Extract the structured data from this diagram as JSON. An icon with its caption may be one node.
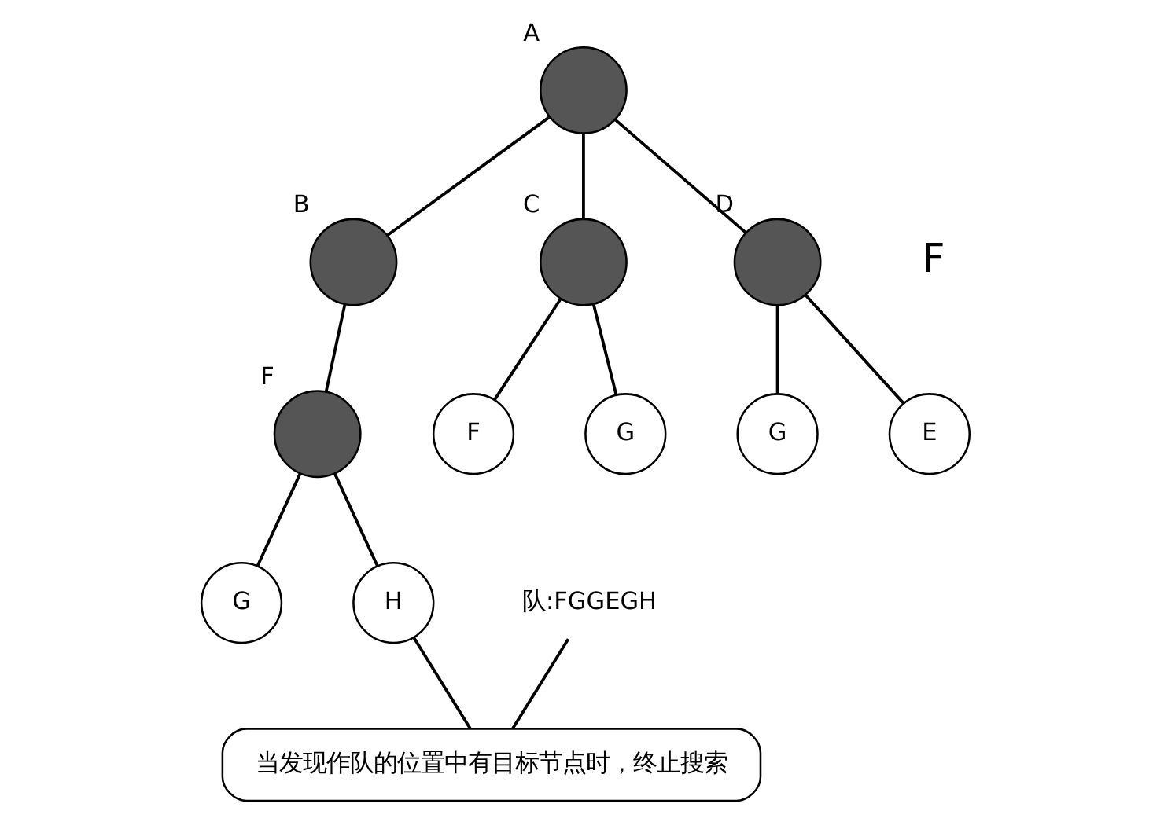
{
  "diagram": {
    "nodes": [
      {
        "text": [],
        "shape": "circle",
        "beside": [
          "A"
        ]
      },
      {
        "text": [],
        "shape": "circle",
        "beside": [
          "B"
        ]
      },
      {
        "text": [],
        "shape": "circle",
        "beside": [
          "C"
        ]
      },
      {
        "text": [],
        "shape": "circle",
        "beside": [
          "D"
        ]
      },
      {
        "text": [],
        "shape": "circle",
        "beside": [
          "F"
        ]
      },
      {
        "text": [
          "F"
        ]
      },
      {
        "text": [
          "G"
        ]
      },
      {
        "text": [
          "G"
        ]
      },
      {
        "text": [
          "E"
        ]
      },
      {
        "text": [
          "G"
        ]
      },
      {
        "text": [
          "H"
        ]
      },
      {
        "text": [
          "队:FGGEGH"
        ]
      },
      {
        "text": [
          "当发现作队的位置中有目标节点时，终止搜索"
        ]
      }
    ],
    "edges": [
      {
        "from": 0,
        "to": 1,
        "arrow": "none"
      },
      {
        "from": 0,
        "to": 2,
        "arrow": "none"
      },
      {
        "from": 0,
        "to": 3,
        "arrow": "none"
      },
      {
        "from": 1,
        "to": 4,
        "arrow": "none"
      },
      {
        "from": 2,
        "to": 5,
        "arrow": "none"
      },
      {
        "from": 2,
        "to": 6,
        "arrow": "none"
      },
      {
        "from": 3,
        "to": 7,
        "arrow": "none"
      },
      {
        "from": 3,
        "to": 8,
        "arrow": "none"
      },
      {
        "from": 4,
        "to": 9,
        "arrow": "none"
      },
      {
        "from": 4,
        "to": 10,
        "arrow": "none"
      },
      {
        "from": 12,
        "to": 10,
        "arrow": "none"
      },
      {
        "from": 12,
        "to": 11,
        "arrow": "none"
      }
    ],
    "labels": [
      "F"
    ]
  }
}
